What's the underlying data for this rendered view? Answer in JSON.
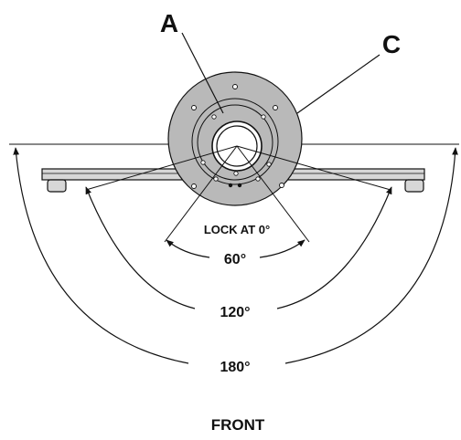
{
  "callouts": {
    "a": "A",
    "c": "C"
  },
  "lock_label": "LOCK AT 0°",
  "angles": {
    "a60": "60°",
    "a120": "120°",
    "a180": "180°"
  },
  "front_label": "FRONT",
  "colors": {
    "disc": "#b9b9b9",
    "line": "#111111",
    "bar": "#d7d7d7"
  }
}
